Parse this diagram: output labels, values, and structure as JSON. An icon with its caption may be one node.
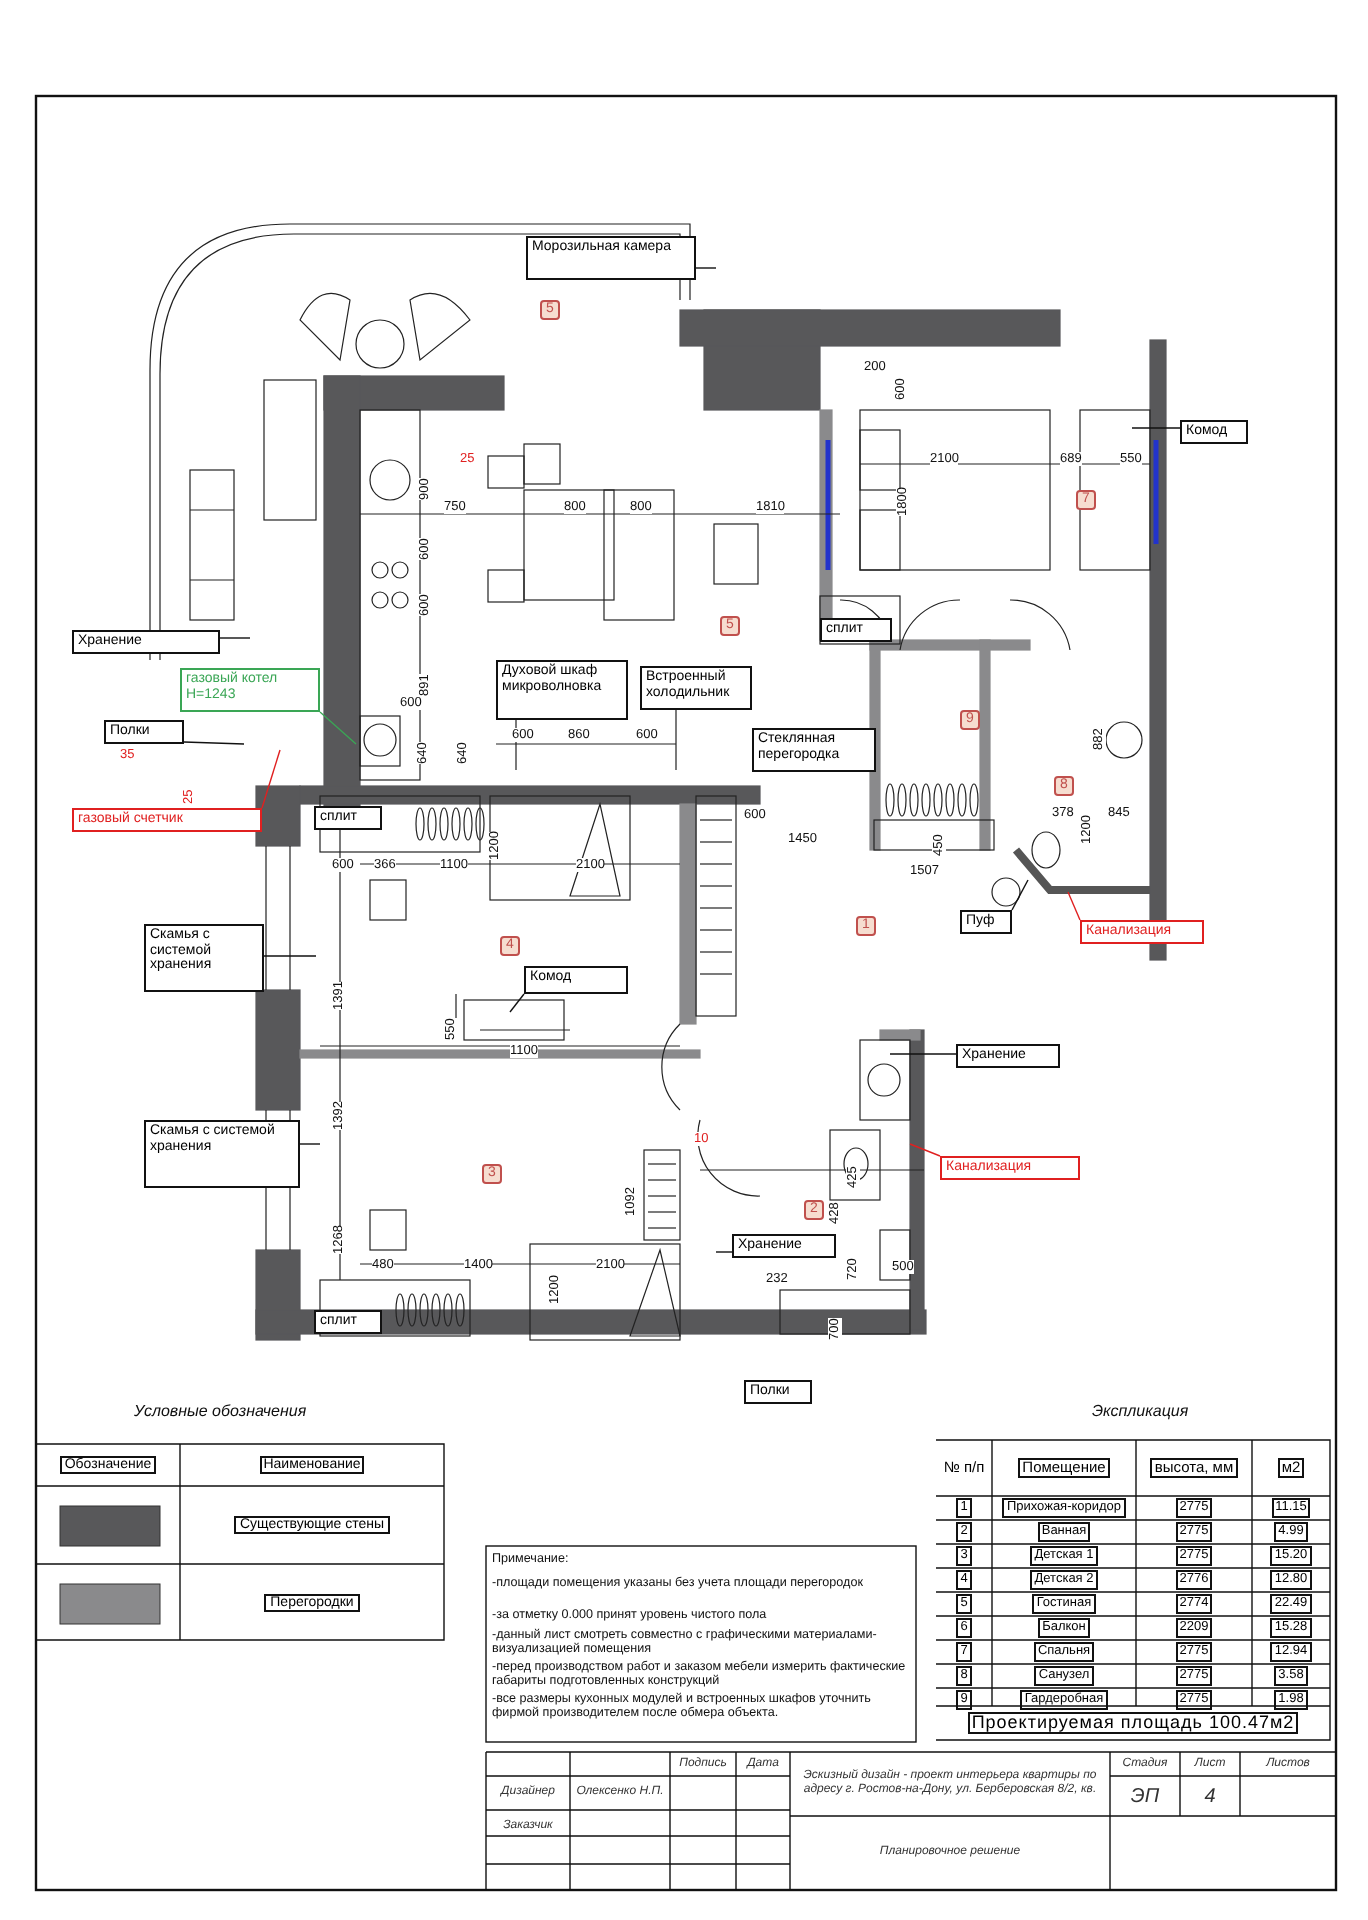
{
  "diagram": {
    "nodes": [
      {
        "text": [
          "Морозильная камера"
        ]
      },
      {
        "text": [
          "Комод"
        ]
      },
      {
        "text": [
          "Хранение"
        ]
      },
      {
        "text": [
          "газовый котел Н=1243"
        ]
      },
      {
        "text": [
          "Полки"
        ]
      },
      {
        "text": [
          "газовый счетчик"
        ]
      },
      {
        "text": [
          "Духовой шкаф микроволновка"
        ]
      },
      {
        "text": [
          "Встроенный холодильник"
        ]
      },
      {
        "text": [
          "Стеклянная перегородка"
        ]
      },
      {
        "text": [
          "сплит"
        ]
      },
      {
        "text": [
          "сплит"
        ]
      },
      {
        "text": [
          "Скамья с системой хранения"
        ]
      },
      {
        "text": [
          "Комод"
        ]
      },
      {
        "text": [
          "Пуф"
        ]
      },
      {
        "text": [
          "Канализация"
        ]
      },
      {
        "text": [
          "Хранение"
        ]
      },
      {
        "text": [
          "Скамья с системой хранения"
        ]
      },
      {
        "text": [
          "Канализация"
        ]
      },
      {
        "text": [
          "Хранение"
        ]
      },
      {
        "text": [
          "сплит"
        ]
      },
      {
        "text": [
          "Полки"
        ]
      }
    ],
    "edges": [
      {
        "from": 0,
        "to": null,
        "arrow": "none"
      },
      {
        "from": 1,
        "to": null,
        "arrow": "none"
      },
      {
        "from": 2,
        "to": null,
        "arrow": "none"
      },
      {
        "from": 3,
        "to": null,
        "arrow": "none",
        "color": "#3aa655"
      },
      {
        "from": 4,
        "to": null,
        "arrow": "none"
      },
      {
        "from": 5,
        "to": null,
        "arrow": "none",
        "color": "#e02020"
      },
      {
        "from": 11,
        "to": null,
        "arrow": "none"
      },
      {
        "from": 12,
        "to": null,
        "arrow": "none"
      },
      {
        "from": 13,
        "to": null,
        "arrow": "none"
      },
      {
        "from": 14,
        "to": null,
        "arrow": "none",
        "color": "#e02020"
      },
      {
        "from": 15,
        "to": null,
        "arrow": "none"
      },
      {
        "from": 16,
        "to": null,
        "arrow": "none"
      },
      {
        "from": 17,
        "to": null,
        "arrow": "none",
        "color": "#e02020"
      },
      {
        "from": 18,
        "to": null,
        "arrow": "none"
      }
    ],
    "labels": [
      "5",
      "200",
      "600",
      "25",
      "900",
      "750",
      "800",
      "800",
      "1810",
      "2100",
      "689",
      "550",
      "1800",
      "7",
      "600",
      "600",
      "5",
      "891",
      "600",
      "640",
      "640",
      "600",
      "860",
      "600",
      "9",
      "882",
      "8",
      "35",
      "25",
      "600",
      "378",
      "845",
      "1200",
      "1450",
      "450",
      "1507",
      "1200",
      "600",
      "366",
      "1100",
      "2100",
      "1",
      "4",
      "1391",
      "550",
      "1100",
      "1392",
      "10",
      "3",
      "425",
      "428",
      "1092",
      "2",
      "1268",
      "480",
      "1400",
      "2100",
      "232",
      "720",
      "500",
      "1200",
      "700",
      "Условные обозначения",
      "Экспликация",
      "Обозначение",
      "Наименование",
      "Примечание:",
      "-площади помещения указаны без учета площади перегородок",
      "-за отметку 0.000 принят уровень чистого пола",
      "-данный лист смотреть совместно с графическими материалами- визуализацией помещения",
      "-перед производством работ и заказом мебели измерить фактические габариты подготовленных конструкций",
      "-все размеры кухонных модулей и встроенных шкафов уточнить фирмой производителем после обмера объекта.",
      "№ п/п",
      "Помещение",
      "высота, мм",
      "м2",
      "1",
      "Прихожая-коридор",
      "2775",
      "11.15",
      "2",
      "Ванная",
      "2775",
      "4.99",
      "3",
      "Детская 1",
      "2775",
      "15.20",
      "4",
      "Детская 2",
      "2776",
      "12.80",
      "5",
      "Гостиная",
      "2774",
      "22.49",
      "6",
      "Балкон",
      "2209",
      "15.28",
      "7",
      "Спальня",
      "2775",
      "12.94",
      "8",
      "Санузел",
      "2775",
      "3.58",
      "9",
      "Гардеробная",
      "2775",
      "1.98",
      "Проектируемая площадь 100.47м2",
      "Подпись",
      "Дата",
      "Дизайнер",
      "Олексенко Н.П.",
      "Заказчик",
      "Эскизный дизайн - проект интерьера квартиры по адресу г. Ростов-на-Дону, ул. Берберовская 8/2, кв.",
      "Стадия",
      "Лист",
      "Листов",
      "ЭП",
      "4",
      "Планировочное решение"
    ],
    "legend": [
      {
        "text": "Существующие стены",
        "color": "#58585a"
      },
      {
        "text": "Перегородки",
        "color": "#8a8a8c"
      }
    ]
  }
}
